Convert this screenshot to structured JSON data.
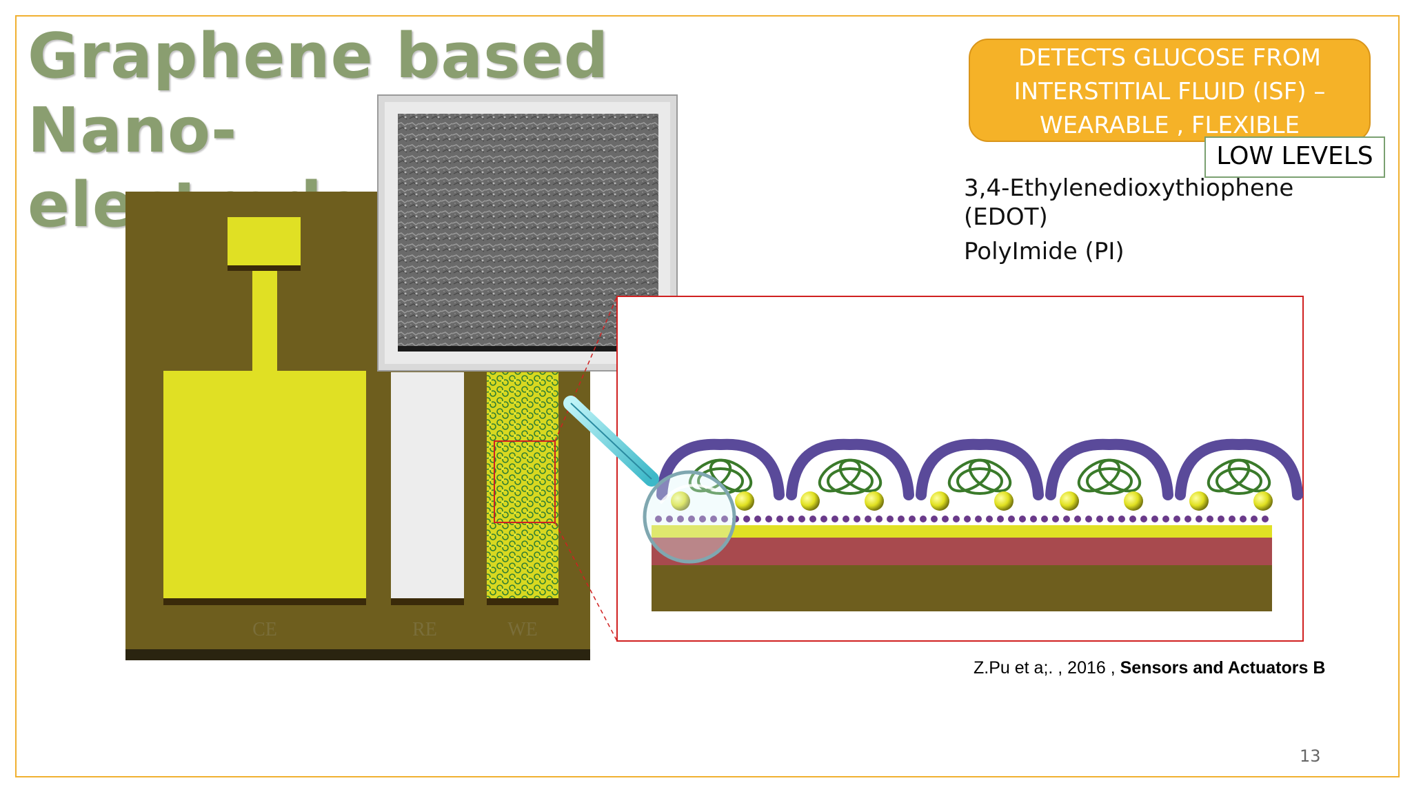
{
  "slide": {
    "title_line1": "Graphene based Nano-",
    "title_line2": "electrodes",
    "callout": {
      "line1": "DETECTS GLUCOSE FROM",
      "line2": "INTERSTITIAL FLUID (ISF) –",
      "line3": "WEARABLE , FLEXIBLE"
    },
    "low_levels": "LOW LEVELS",
    "materials": {
      "edot_line1": "3,4-Ethylenedioxythiophene",
      "edot_line2": "(EDOT)",
      "pi": "PolyImide (PI)"
    },
    "electrode_labels": {
      "ce": "CE",
      "re": "RE",
      "we": "WE"
    },
    "citation": {
      "authors": "Z.Pu et a;. , 2016 , ",
      "journal": "Sensors and Actuators B"
    },
    "page_number": "13",
    "colors": {
      "title": "#8a9e70",
      "callout": "#f5b228",
      "substrate": "#6e5e1e",
      "electrode_yellow": "#e0e024",
      "layer_red": "#a84a4e",
      "frame": "#f0b030"
    }
  }
}
